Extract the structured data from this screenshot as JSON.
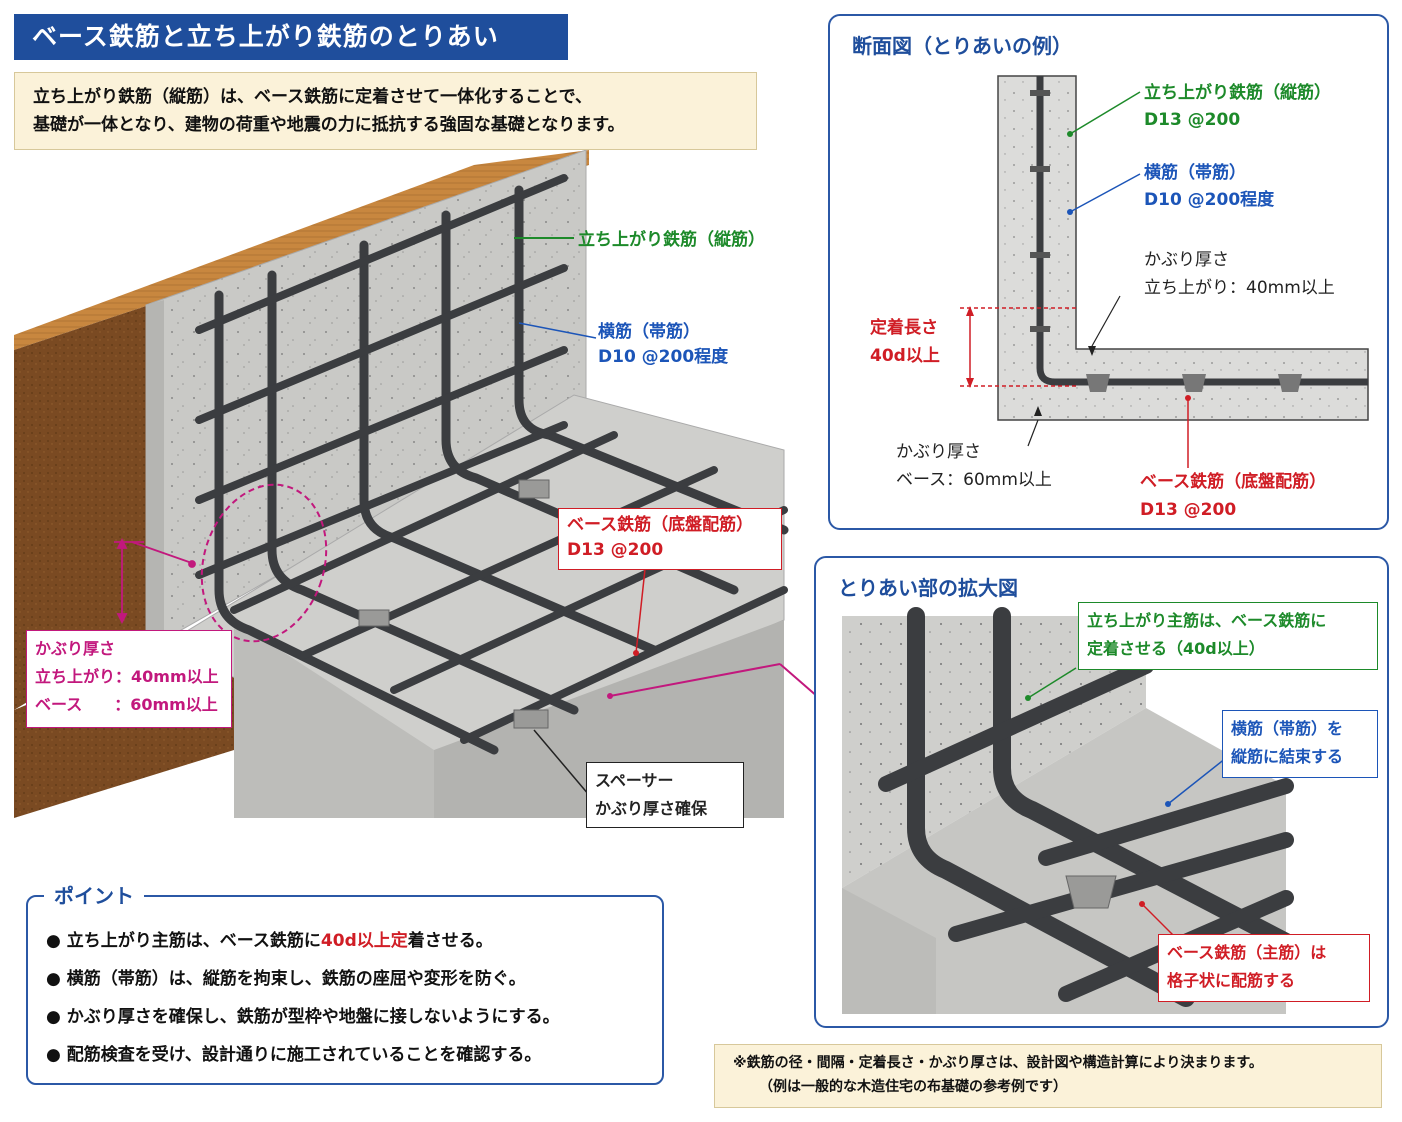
{
  "title": "ベース鉄筋と立ち上がり鉄筋のとりあい",
  "intro": {
    "line1": "立ち上がり鉄筋（縦筋）は、ベース鉄筋に定着させて一体化することで、",
    "line2": "基礎が一体となり、建物の荷重や地震の力に抵抗する強固な基礎となります。"
  },
  "main_illustration": {
    "vertical_rebar_label": "立ち上がり鉄筋（縦筋）",
    "horizontal_rebar_label": "横筋（帯筋）",
    "horizontal_rebar_spec": "D10 @200程度",
    "base_rebar_label": "ベース鉄筋（底盤配筋）",
    "base_rebar_spec": "D13 @200",
    "cover_title": "かぶり厚さ",
    "cover_riser": "立ち上がり：40mm以上",
    "cover_base": "ベース　　：60mm以上",
    "spacer_line1": "スペーサー",
    "spacer_line2": "かぶり厚さ確保"
  },
  "section_panel": {
    "title": "断面図（とりあいの例）",
    "vertical_label": "立ち上がり鉄筋（縦筋）",
    "vertical_spec": "D13 @200",
    "horizontal_label": "横筋（帯筋）",
    "horizontal_spec": "D10 @200程度",
    "cover_riser_title": "かぶり厚さ",
    "cover_riser_value": "立ち上がり：40mm以上",
    "anchor_label": "定着長さ",
    "anchor_value": "40d以上",
    "cover_base_title": "かぶり厚さ",
    "cover_base_value": "ベース：60mm以上",
    "base_label": "ベース鉄筋（底盤配筋）",
    "base_spec": "D13 @200"
  },
  "detail_panel": {
    "title": "とりあい部の拡大図",
    "callout_green_1": "立ち上がり主筋は、ベース鉄筋に",
    "callout_green_2": "定着させる（40d以上）",
    "callout_blue_1": "横筋（帯筋）を",
    "callout_blue_2": "縦筋に結束する",
    "callout_red_1": "ベース鉄筋（主筋）は",
    "callout_red_2": "格子状に配筋する"
  },
  "points": {
    "title": "ポイント",
    "p1_pre": "立ち上がり主筋は、ベース鉄筋に",
    "p1_em": "40d以上定",
    "p1_post": "着させる。",
    "p2": "横筋（帯筋）は、縦筋を拘束し、鉄筋の座屈や変形を防ぐ。",
    "p3": "かぶり厚さを確保し、鉄筋が型枠や地盤に接しないようにする。",
    "p4": "配筋検査を受け、設計通りに施工されていることを確認する。"
  },
  "note": {
    "line1": "※鉄筋の径・間隔・定着長さ・かぶり厚さは、設計図や構造計算により決まります。",
    "line2": "（例は一般的な木造住宅の布基礎の参考例です）"
  },
  "colors": {
    "accent_blue": "#1f4e9c",
    "green": "#1d8a2a",
    "red": "#d01d25",
    "magenta": "#c2187d",
    "soil": "#7a4a22",
    "concrete": "#c9c9c6",
    "rebar": "#3b3d40"
  }
}
